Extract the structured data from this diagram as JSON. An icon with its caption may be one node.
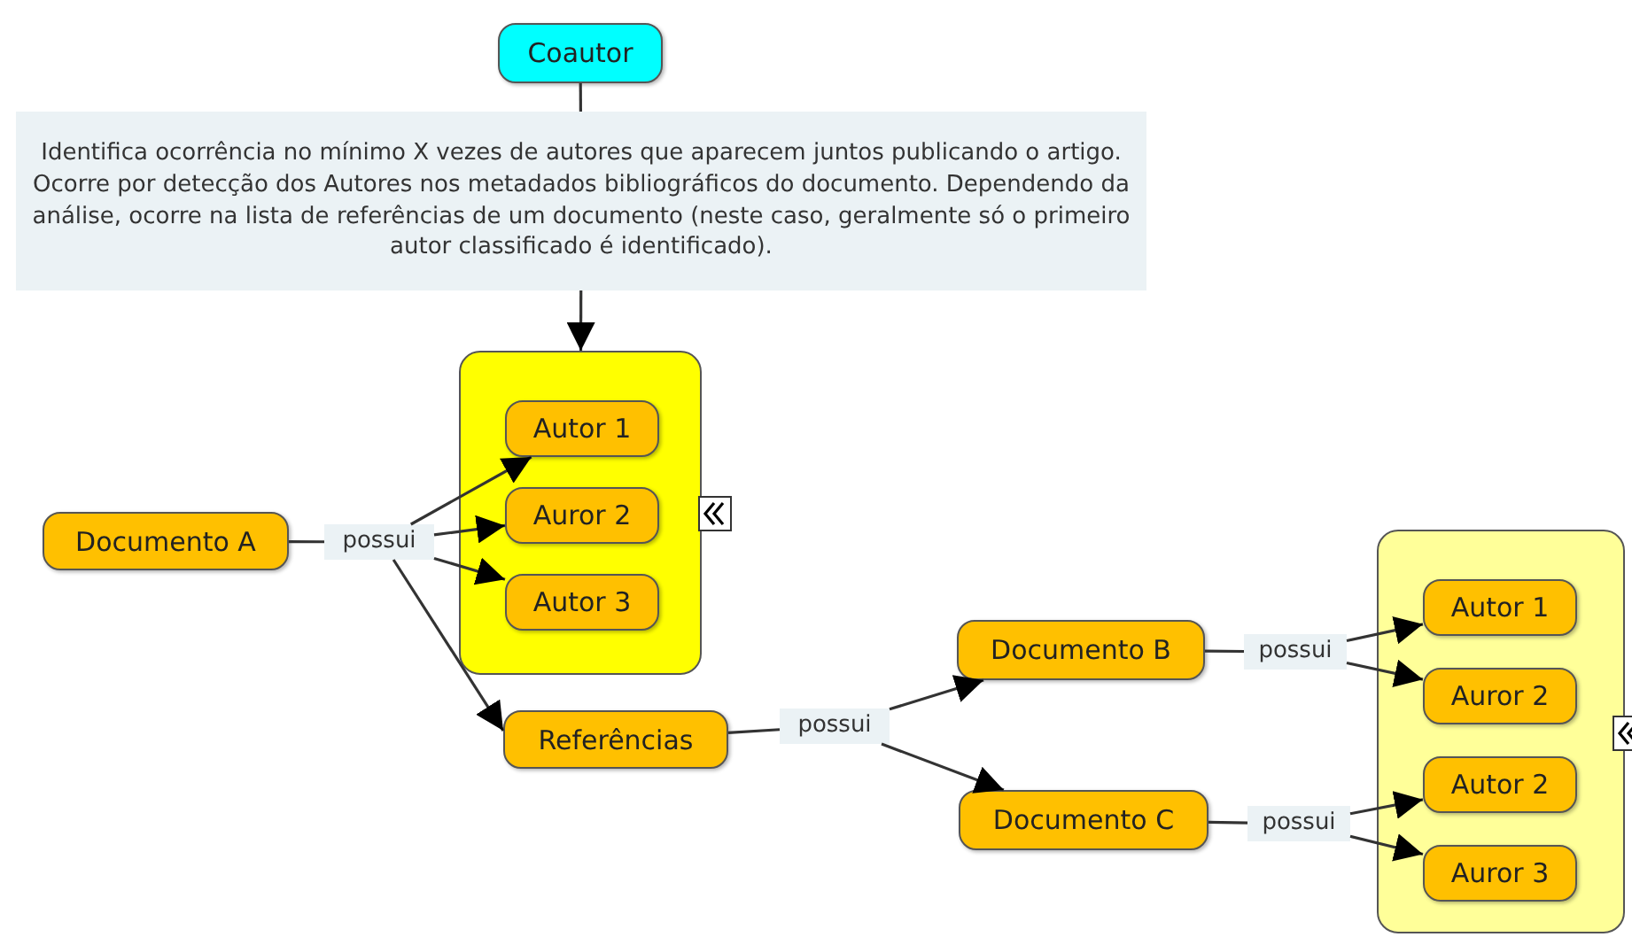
{
  "diagram": {
    "nodes": [
      {
        "text": [
          "Coautor"
        ]
      },
      {
        "text": [
          "Identifica ocorrência no mínimo X vezes de autores que aparecem juntos publicando o artigo. Ocorre por detecção dos Autores nos metadados bibliográficos do documento. Dependendo da análise, ocorre na lista de referências de um documento (neste caso, geralmente só o primeiro autor classificado é identificado)."
        ]
      },
      {
        "text": [],
        "shape": "box"
      },
      {
        "text": [
          "Autor 1"
        ],
        "in": 2
      },
      {
        "text": [
          "Auror 2"
        ],
        "in": 2
      },
      {
        "text": [
          "Autor 3"
        ],
        "in": 2
      },
      {
        "text": [
          "Documento A"
        ]
      },
      {
        "text": [
          "possui"
        ]
      },
      {
        "text": [
          "Referências"
        ]
      },
      {
        "text": [
          "possui"
        ]
      },
      {
        "text": [
          "Documento B"
        ]
      },
      {
        "text": [
          "Documento C"
        ]
      },
      {
        "text": [
          "possui"
        ]
      },
      {
        "text": [
          "possui"
        ]
      },
      {
        "text": [],
        "shape": "box"
      },
      {
        "text": [
          "Autor 1"
        ],
        "in": 14
      },
      {
        "text": [
          "Auror 2"
        ],
        "in": 14
      },
      {
        "text": [
          "Autor 2"
        ],
        "in": 14
      },
      {
        "text": [
          "Auror 3"
        ],
        "in": 14
      }
    ],
    "edges": [
      {
        "from": 0,
        "to": 1,
        "arrow": "none"
      },
      {
        "from": 1,
        "to": 2,
        "arrow": "to"
      },
      {
        "from": 6,
        "to": 7,
        "arrow": "none"
      },
      {
        "from": 7,
        "to": 3,
        "arrow": "to"
      },
      {
        "from": 7,
        "to": 4,
        "arrow": "to"
      },
      {
        "from": 7,
        "to": 5,
        "arrow": "to"
      },
      {
        "from": 7,
        "to": 8,
        "arrow": "to"
      },
      {
        "from": 8,
        "to": 9,
        "arrow": "none"
      },
      {
        "from": 9,
        "to": 10,
        "arrow": "to"
      },
      {
        "from": 9,
        "to": 11,
        "arrow": "to"
      },
      {
        "from": 10,
        "to": 12,
        "arrow": "none"
      },
      {
        "from": 12,
        "to": 15,
        "arrow": "to"
      },
      {
        "from": 12,
        "to": 16,
        "arrow": "to"
      },
      {
        "from": 11,
        "to": 13,
        "arrow": "none"
      },
      {
        "from": 13,
        "to": 17,
        "arrow": "to"
      },
      {
        "from": 13,
        "to": 18,
        "arrow": "to"
      }
    ]
  }
}
